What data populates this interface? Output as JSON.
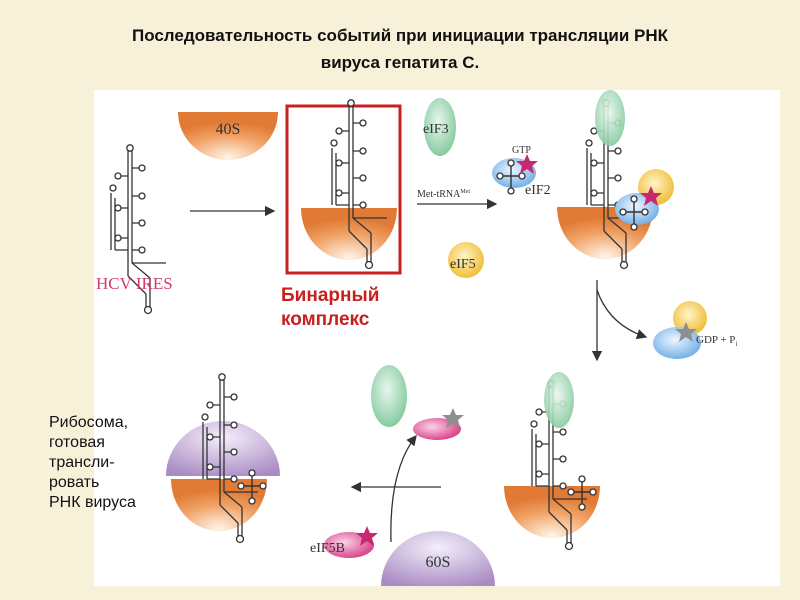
{
  "title": {
    "line1": "Последовательность событий при инициации трансляции РНК",
    "line2": "вируса гепатита С."
  },
  "labels": {
    "sub40s": "40S",
    "sub60s": "60S",
    "eif3": "eIF3",
    "eif2": "eIF2",
    "eif5": "eIF5",
    "eif5b": "eIF5B",
    "gtp": "GTP",
    "met_trna": "Met-tRNA",
    "met_trna_sup": "Met",
    "gdp_pi": "GDP + P",
    "gdp_pi_sub": "i",
    "hcv_ires": "HCV IRES"
  },
  "annotations": {
    "binary_complex": [
      "Бинарный",
      "комплекс"
    ],
    "ribosome_ready": [
      "Рибосома,",
      "готовая",
      "трансли-",
      "ровать",
      "РНК вируса"
    ]
  },
  "colors": {
    "orange": "#e8833f",
    "purple": "#b49ac9",
    "green": "#8fcfa8",
    "yellow": "#f2c440",
    "blue": "#7fb6e8",
    "pink": "#e0478f",
    "red_box": "#c8201f",
    "star_magenta": "#c8286f",
    "star_grey": "#8e8e8e"
  }
}
